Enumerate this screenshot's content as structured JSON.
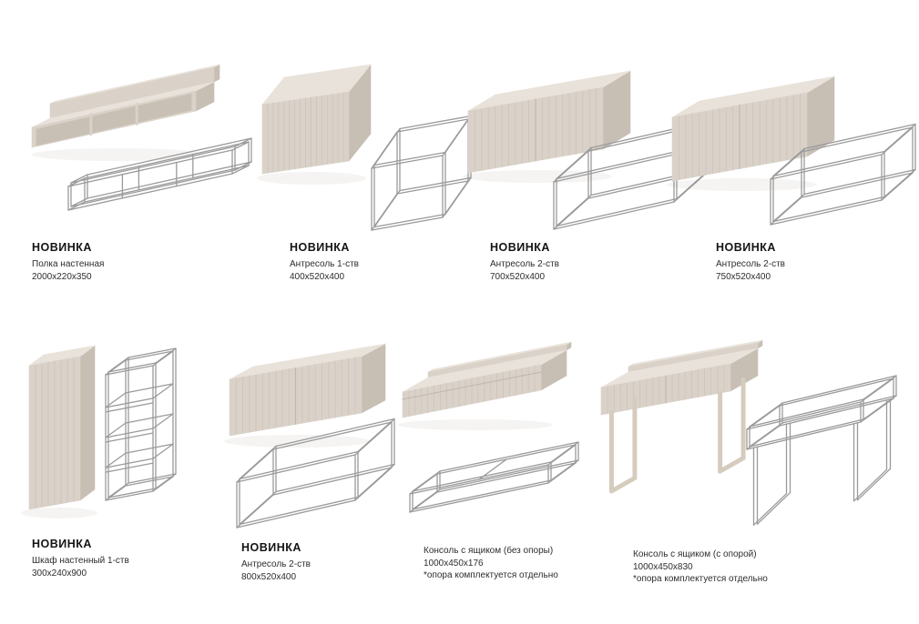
{
  "products": [
    {
      "badge": "НОВИНКА",
      "name": "Полка настенная",
      "dims": "2000x220x350"
    },
    {
      "badge": "НОВИНКА",
      "name": "Антресоль 1-ств",
      "dims": "400x520x400"
    },
    {
      "badge": "НОВИНКА",
      "name": "Антресоль 2-ств",
      "dims": "700x520x400"
    },
    {
      "badge": "НОВИНКА",
      "name": "Антресоль 2-ств",
      "dims": "750x520x400"
    },
    {
      "badge": "НОВИНКА",
      "name": "Шкаф настенный 1-ств",
      "dims": "300x240x900"
    },
    {
      "badge": "НОВИНКА",
      "name": "Антресоль 2-ств",
      "dims": "800x520x400"
    },
    {
      "name": "Консоль с ящиком (без опоры)",
      "dims": "1000x450x176",
      "note": "*опора комплектуется отдельно"
    },
    {
      "name": "Консоль с ящиком (с опорой)",
      "dims": "1000x450x830",
      "note": "*опора комплектуется отдельно"
    }
  ],
  "colors": {
    "background": "#ffffff",
    "wood_top": "#e8e2da",
    "wood_front": "#dad2c9",
    "wood_side": "#c7beb4",
    "wood_interior": "#c9c0b5",
    "seam": "#bfb6ab",
    "leg": "#d6ccbe",
    "wireframe": "#9a9a9a",
    "text": "#2d2d2d"
  }
}
